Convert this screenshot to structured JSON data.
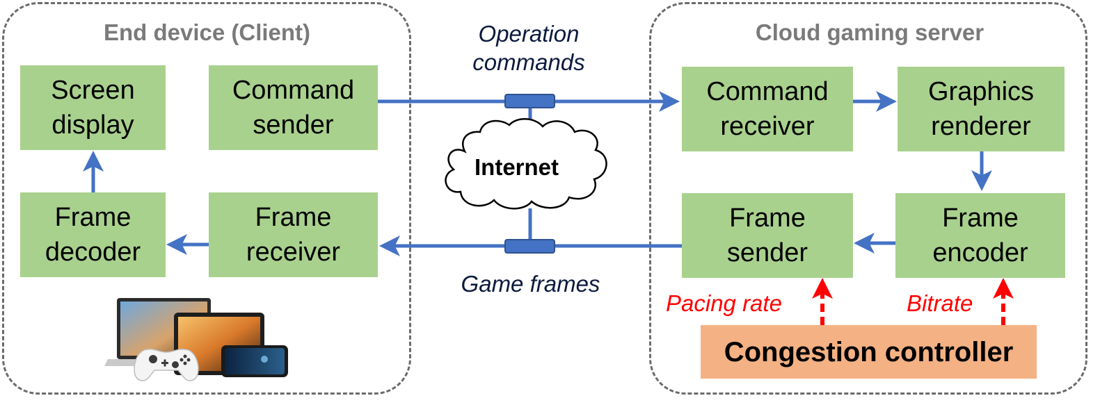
{
  "client": {
    "title": "End device (Client)",
    "screen_display": "Screen\ndisplay",
    "command_sender": "Command\nsender",
    "frame_decoder": "Frame\ndecoder",
    "frame_receiver": "Frame\nreceiver"
  },
  "server": {
    "title": "Cloud gaming server",
    "command_receiver": "Command\nreceiver",
    "graphics_renderer": "Graphics\nrenderer",
    "frame_sender": "Frame\nsender",
    "frame_encoder": "Frame\nencoder",
    "congestion_controller": "Congestion controller",
    "pacing_rate": "Pacing rate",
    "bitrate": "Bitrate"
  },
  "network": {
    "internet": "Internet",
    "operation_commands": "Operation\ncommands",
    "game_frames": "Game frames"
  },
  "colors": {
    "box_green": "#a9d18e",
    "box_orange": "#f4b183",
    "arrow_blue": "#4472c4",
    "arrow_red": "#ff0000",
    "panel_border": "#6b6b6b"
  },
  "icons": [
    "cloud-icon",
    "devices-illustration",
    "game-controller-icon"
  ]
}
